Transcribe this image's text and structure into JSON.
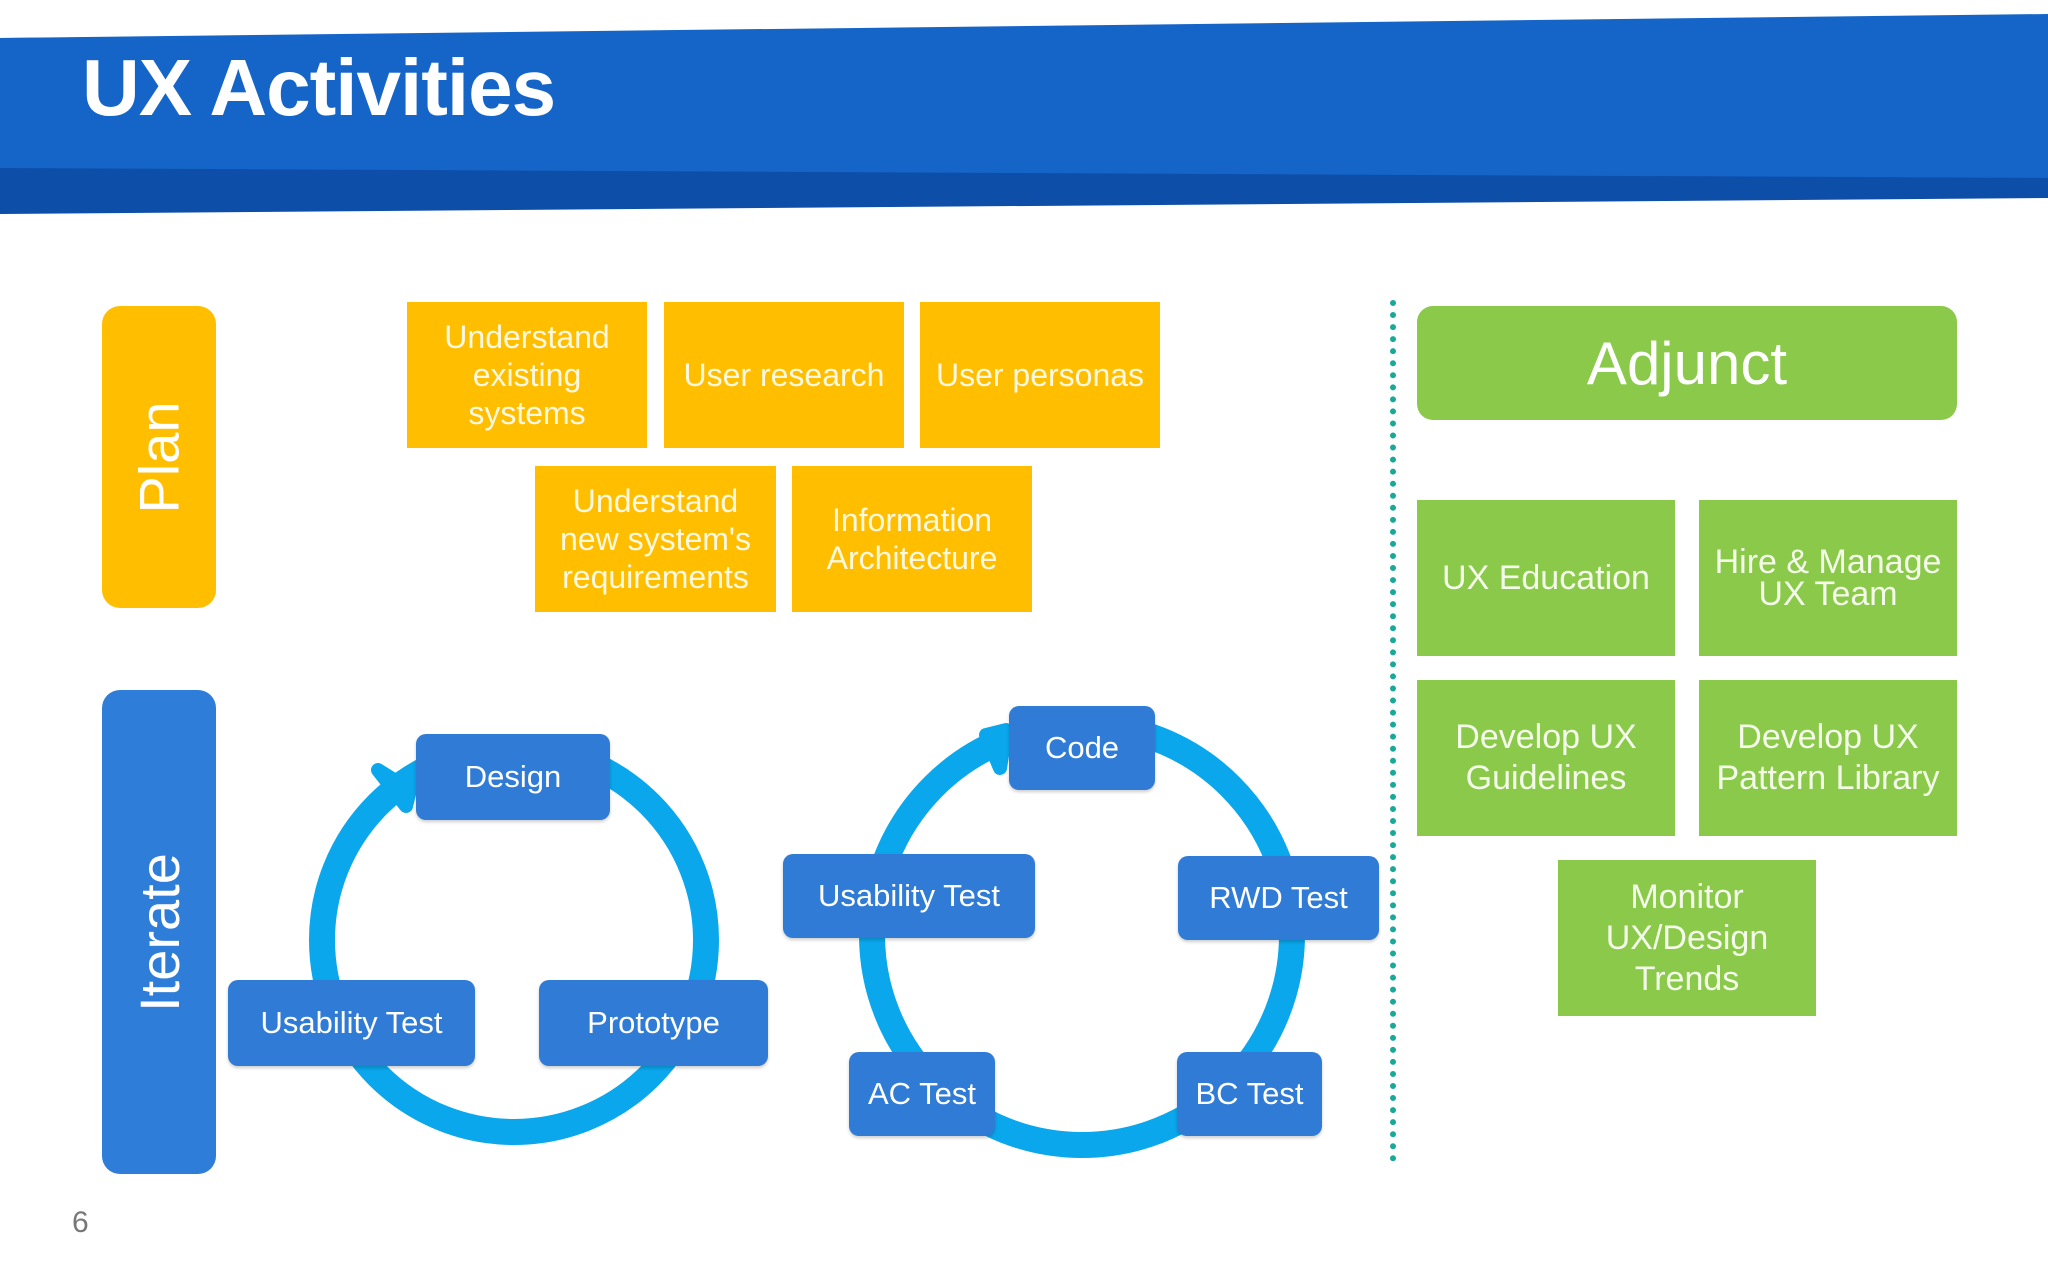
{
  "header": {
    "title": "UX Activities"
  },
  "colors": {
    "banner": "#1565c8",
    "banner_shadow": "#0d4ea8",
    "plan": "#ffbf00",
    "iterate": "#2e7ed9",
    "adjunct": "#8bc94a",
    "cycle_arrow": "#0aa7ec",
    "divider": "#1aa89a"
  },
  "plan": {
    "label": "Plan",
    "activities": [
      "Understand existing systems",
      "User research",
      "User personas",
      "Understand new system's requirements",
      "Information Architecture"
    ]
  },
  "iterate": {
    "label": "Iterate",
    "cycle_design": {
      "steps": [
        "Design",
        "Prototype",
        "Usability Test"
      ]
    },
    "cycle_build": {
      "steps": [
        "Code",
        "RWD Test",
        "BC Test",
        "AC Test",
        "Usability Test"
      ]
    }
  },
  "adjunct": {
    "label": "Adjunct",
    "items": [
      "UX Education",
      "Hire & Manage UX Team",
      "Develop UX Guidelines",
      "Develop UX Pattern Library",
      "Monitor UX/Design Trends"
    ]
  },
  "footer": {
    "page_number": "6"
  }
}
